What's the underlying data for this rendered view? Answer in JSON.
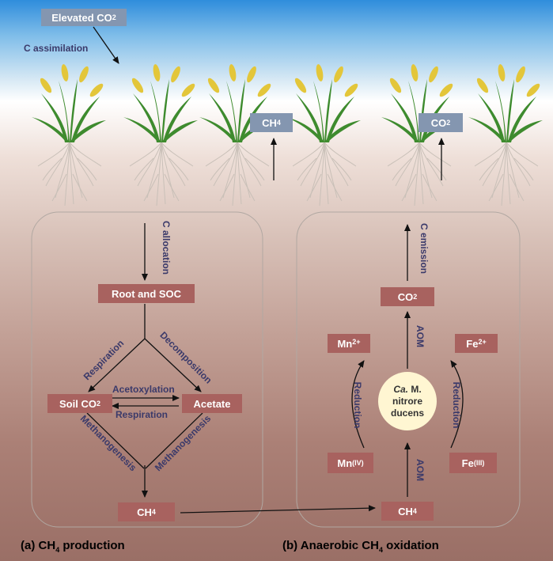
{
  "top": {
    "elevated": "Elevated CO",
    "elevated_sub": "2",
    "c_assimilation": "C assimilation",
    "ch4_top": "CH",
    "ch4_top_sub": "4",
    "co2_top": "CO",
    "co2_top_sub": "2"
  },
  "left": {
    "c_allocation": "C allocation",
    "root_soc": "Root and SOC",
    "respiration_diag": "Respiration",
    "decomposition": "Decomposition",
    "soil_co2": "Soil CO",
    "soil_co2_sub": "2",
    "acetate": "Acetate",
    "acetoxylation": "Acetoxylation",
    "respiration_mid": "Respiration",
    "methanogenesis_l": "Methanogenesis",
    "methanogenesis_r": "Methanogenesis",
    "ch4": "CH",
    "ch4_sub": "4"
  },
  "right": {
    "c_emission": "C emission",
    "co2": "CO",
    "co2_sub": "2",
    "aom_top": "AOM",
    "aom_bottom": "AOM",
    "mn2": "Mn",
    "mn2_sup": "2+",
    "fe2": "Fe",
    "fe2_sup": "2+",
    "reduction_l": "Reduction",
    "reduction_r": "Reduction",
    "microbe_italic": "Ca.",
    "microbe_line1": "M.",
    "microbe_line2": "nitrore",
    "microbe_line3": "ducens",
    "mn4": "Mn",
    "mn4_sub": "(IV)",
    "fe3": "Fe",
    "fe3_sub": "(III)",
    "ch4": "CH",
    "ch4_sub": "4"
  },
  "captions": {
    "a_tag": "(a)",
    "a_text_pre": "CH",
    "a_text_sub": "4",
    "a_text_post": " production",
    "b_tag": "(b)",
    "b_text_pre": "Anaerobic CH",
    "b_text_sub": "4",
    "b_text_post": " oxidation"
  },
  "colors": {
    "box": "#a8625f",
    "gray_box": "#8496b0",
    "label": "#3b3a6a",
    "microbe": "#fff6d2"
  }
}
